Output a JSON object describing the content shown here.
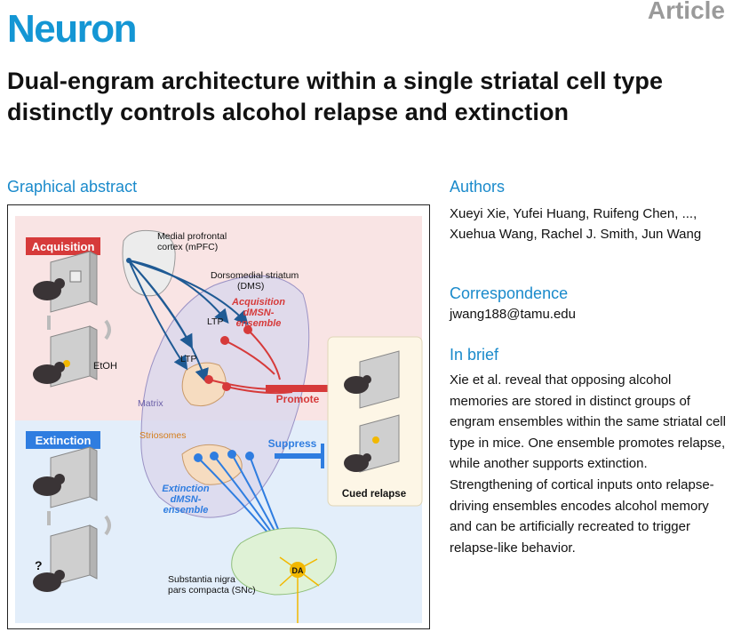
{
  "journal": "Neuron",
  "article_type": "Article",
  "title": "Dual-engram architecture within a single striatal cell type distinctly controls alcohol relapse and extinction",
  "sections": {
    "graphical_abstract": "Graphical abstract",
    "authors": "Authors",
    "correspondence": "Correspondence",
    "in_brief": "In brief"
  },
  "authors": "Xueyi Xie, Yufei Huang, Ruifeng Chen, ..., Xuehua Wang, Rachel J. Smith, Jun Wang",
  "correspondence_email": "jwang188@tamu.edu",
  "in_brief": "Xie et al. reveal that opposing alcohol memories are stored in distinct groups of engram ensembles within the same striatal cell type in mice. One ensemble promotes relapse, while another supports extinction. Strengthening of cortical inputs onto relapse-driving ensembles encodes alcohol memory and can be artificially recreated to trigger relapse-like behavior.",
  "figure": {
    "acquisition": "Acquisition",
    "extinction": "Extinction",
    "mpfc": [
      "Medial profrontal",
      "cortex (mPFC)"
    ],
    "dms": [
      "Dorsomedial striatum",
      "(DMS)"
    ],
    "ltp": "LTP",
    "acq_ensemble": [
      "Acquisition",
      "dMSN-",
      "ensemble"
    ],
    "etoh": "EtOH",
    "matrix": "Matrix",
    "promote": "Promote",
    "striosomes": "Striosomes",
    "suppress": "Suppress",
    "ext_ensemble": [
      "Extinction",
      "dMSN-",
      "ensemble"
    ],
    "cued_relapse": "Cued relapse",
    "snc": [
      "Substantia nigra",
      "pars compacta (SNc)"
    ],
    "da": "DA",
    "question": "?",
    "colors": {
      "acquisition": "#d63a3a",
      "extinction": "#2f7de0",
      "cortical": "#1f5a94",
      "upper_bg": "#f9e4e4",
      "lower_bg": "#e3eefa"
    }
  }
}
